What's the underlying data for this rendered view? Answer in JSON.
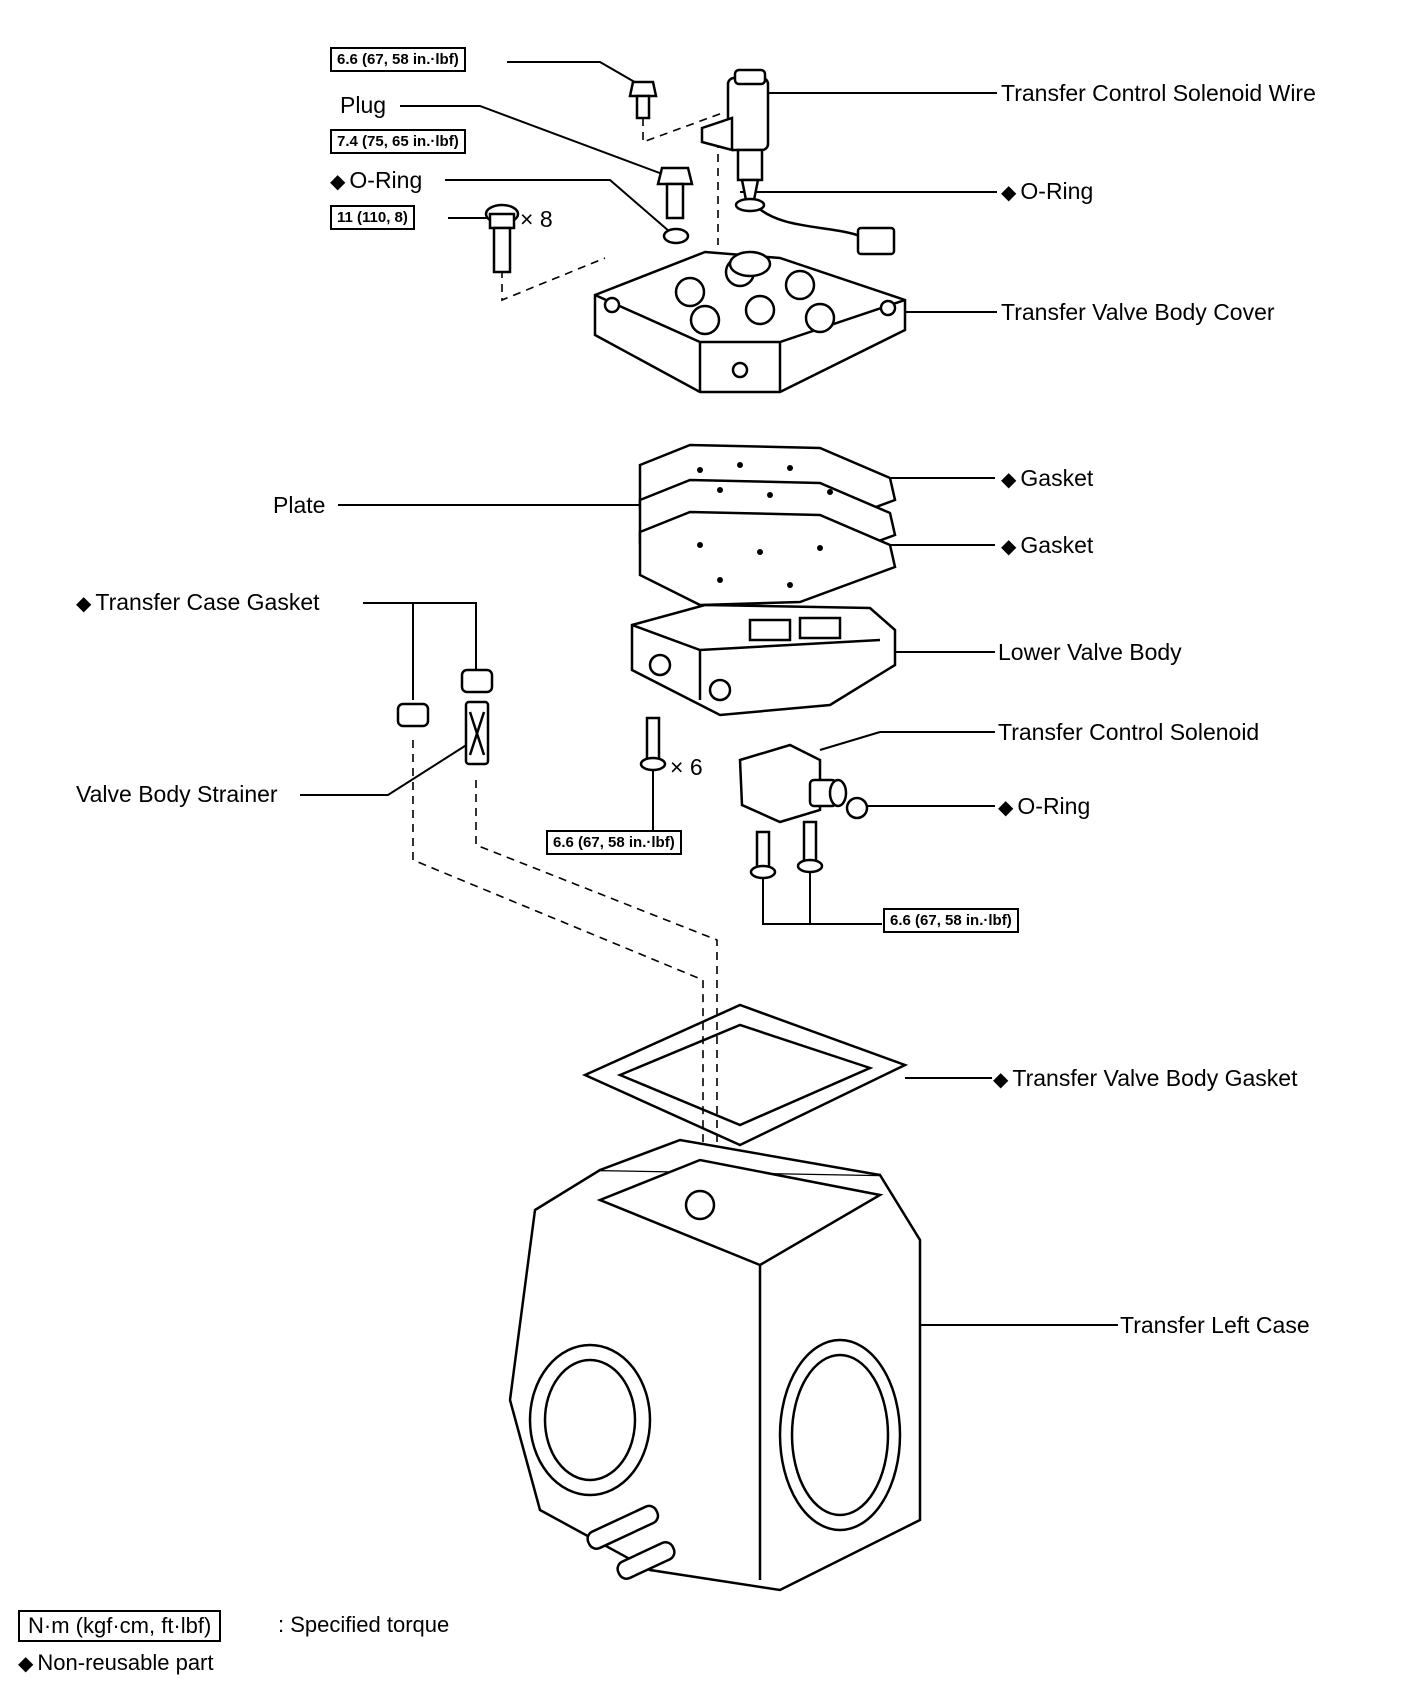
{
  "labels": {
    "transfer_control_solenoid_wire": "Transfer Control Solenoid Wire",
    "oring_right_top": "O-Ring",
    "transfer_valve_body_cover": "Transfer Valve Body Cover",
    "gasket_upper": "Gasket",
    "gasket_lower": "Gasket",
    "lower_valve_body": "Lower Valve Body",
    "transfer_control_solenoid": "Transfer Control Solenoid",
    "oring_solenoid": "O-Ring",
    "transfer_valve_body_gasket": "Transfer Valve Body Gasket",
    "transfer_left_case": "Transfer Left Case",
    "plug": "Plug",
    "oring_left_top": "O-Ring",
    "plate": "Plate",
    "transfer_case_gasket": "Transfer Case Gasket",
    "valve_body_strainer": "Valve Body Strainer"
  },
  "torques": {
    "cover_bolt": "6.6 (67, 58 in.·lbf)",
    "plug": "7.4 (75, 65 in.·lbf)",
    "bolt_x8": "11 (110, 8)",
    "lower_body_bolt": "6.6 (67, 58 in.·lbf)",
    "solenoid_bolt": "6.6 (67, 58 in.·lbf)"
  },
  "quantities": {
    "x8": "× 8",
    "x6": "× 6"
  },
  "legend": {
    "torque_unit": "N·m (kgf·cm, ft·lbf)",
    "torque_desc": ": Specified torque",
    "non_reusable": "Non-reusable part"
  },
  "symbols": {
    "diamond": "◆"
  }
}
